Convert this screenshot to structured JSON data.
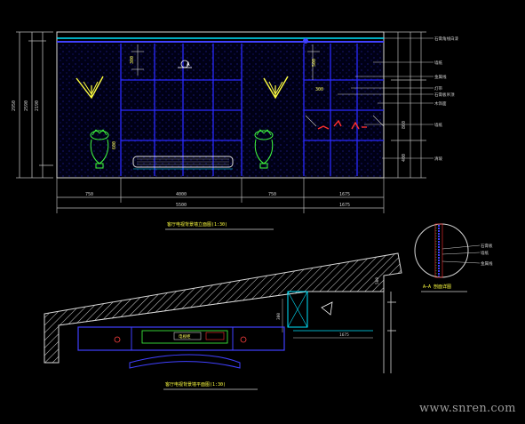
{
  "elevation": {
    "caption": "客厅电视背景墙立面图(1:30)",
    "height_dims": [
      "2950",
      "2590",
      "2190",
      "400",
      "860"
    ],
    "width_dims_top": [
      "750",
      "4000",
      "750",
      "1675"
    ],
    "width_dims_total": [
      "5500",
      "1675"
    ],
    "side_annotations": [
      "石膏角线白漆",
      "墙纸",
      "金属线",
      "灯带",
      "石膏板吊顶",
      "木饰面",
      "墙纸",
      "清玻"
    ],
    "inner_dims": [
      "300",
      "500",
      "300",
      "600"
    ],
    "section_mark": "A"
  },
  "plan": {
    "caption": "客厅电视背景墙平面图(1:30)",
    "dims": [
      "300",
      "1675",
      "500"
    ],
    "label": "电视柜"
  },
  "detail": {
    "caption": "A—A 剖面详图",
    "annotations": [
      "石膏板",
      "墙纸",
      "金属线"
    ]
  },
  "watermark": "www.snren.com"
}
